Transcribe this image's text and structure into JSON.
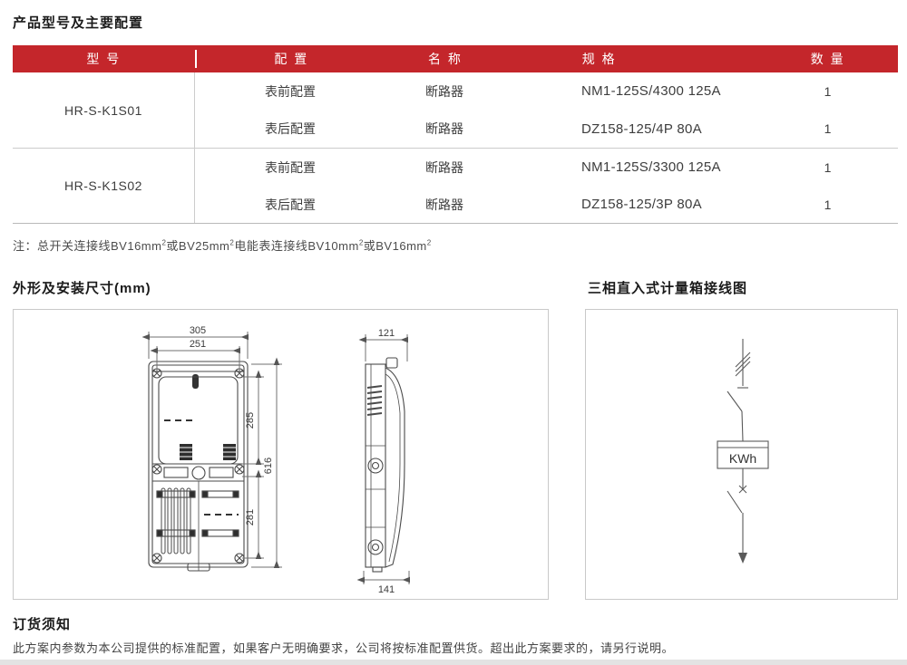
{
  "page_title": "产品型号及主要配置",
  "accent_color": "#c4262b",
  "table": {
    "headers": {
      "model": "型 号",
      "config": "配 置",
      "name": "名 称",
      "spec": "规 格",
      "qty": "数 量"
    },
    "groups": [
      {
        "model": "HR-S-K1S01",
        "rows": [
          {
            "config": "表前配置",
            "name": "断路器",
            "spec": "NM1-125S/4300 125A",
            "qty": "1"
          },
          {
            "config": "表后配置",
            "name": "断路器",
            "spec": "DZ158-125/4P 80A",
            "qty": "1"
          }
        ]
      },
      {
        "model": "HR-S-K1S02",
        "rows": [
          {
            "config": "表前配置",
            "name": "断路器",
            "spec": "NM1-125S/3300 125A",
            "qty": "1"
          },
          {
            "config": "表后配置",
            "name": "断路器",
            "spec": "DZ158-125/3P 80A",
            "qty": "1"
          }
        ]
      }
    ]
  },
  "note": {
    "segments": [
      "注：总开关连接线BV16mm",
      "2",
      "或BV25mm",
      "2",
      "电能表连接线BV10mm",
      "2",
      "或BV16mm",
      "2"
    ]
  },
  "dimensions_section": {
    "title": "外形及安装尺寸(mm)",
    "front_view": {
      "width_outer": "305",
      "width_inner": "251",
      "height_window": "285",
      "height_total": "616",
      "height_lower": "281"
    },
    "side_view": {
      "depth_top": "121",
      "depth_bottom": "141"
    }
  },
  "wiring_section": {
    "title": "三相直入式计量箱接线图",
    "meter_label": "KWh"
  },
  "ordering_section": {
    "title": "订货须知",
    "body": "此方案内参数为本公司提供的标准配置，如果客户无明确要求，公司将按标准配置供货。超出此方案要求的，请另行说明。"
  }
}
